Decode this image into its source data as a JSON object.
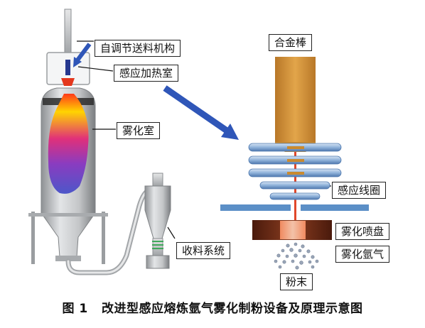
{
  "labels": {
    "feeder": "自调节送料机构",
    "heating_chamber": "感应加热室",
    "atomization_chamber": "雾化室",
    "collection": "收料系统",
    "alloy_rod": "合金棒",
    "coil": "感应线圈",
    "nozzle_disk": "雾化喷盘",
    "argon": "雾化氩气",
    "powder": "粉末"
  },
  "caption": {
    "number": "图 1",
    "text": "改进型感应熔炼氩气雾化制粉设备及原理示意图"
  },
  "colors": {
    "vessel_gray": "#b9bbbd",
    "rod_orange": "#d99a3a",
    "coil_blue": "#8fb2da",
    "arrow_blue": "#2f56b8",
    "stream_red": "#e0482b",
    "nozzle_dark": "#6b2a14"
  }
}
